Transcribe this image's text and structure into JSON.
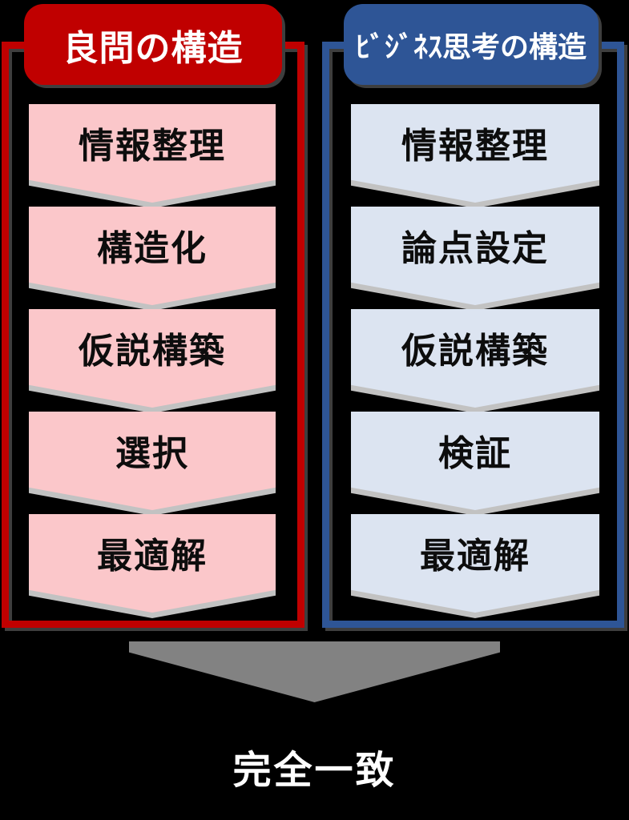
{
  "left_panel": {
    "title": "良問の構造",
    "accent_color": "#c00000",
    "box_fill": "#fbc7ca",
    "steps": [
      "情報整理",
      "構造化",
      "仮説構築",
      "選択",
      "最適解"
    ]
  },
  "right_panel": {
    "title": "ﾋﾞｼﾞﾈｽ思考の構造",
    "accent_color": "#2e5596",
    "box_fill": "#dce4f1",
    "steps": [
      "情報整理",
      "論点設定",
      "仮説構築",
      "検証",
      "最適解"
    ]
  },
  "conclusion": {
    "label": "完全一致",
    "arrow_color": "#828282",
    "shadow_color": "#c2c2c2"
  }
}
